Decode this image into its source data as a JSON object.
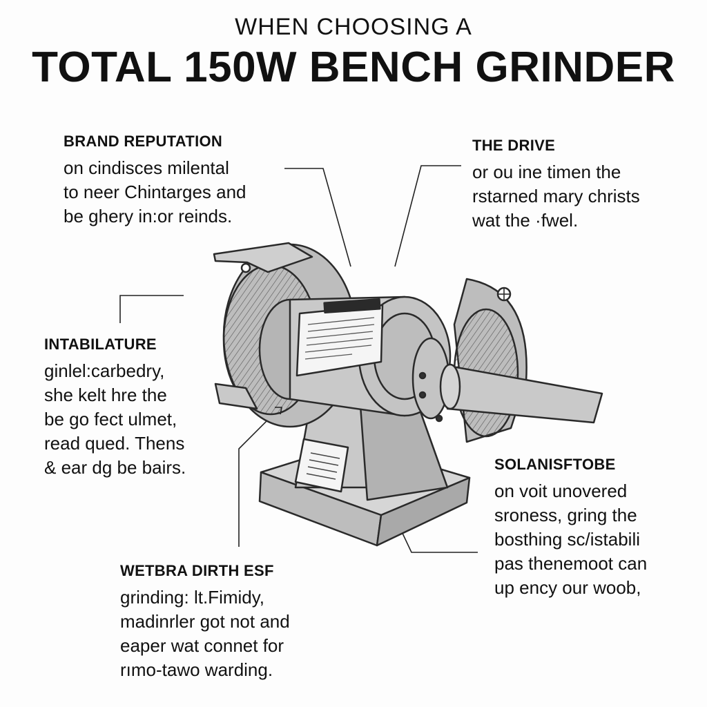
{
  "title": {
    "line1": "WHEN CHOOSING A",
    "line2": "TOTAL 150W BENCH GRINDER"
  },
  "callouts": {
    "brand": {
      "heading": "BRAND REPUTATION",
      "lines": [
        "on cindisces milental",
        "to neer Chintarges and",
        "be ghery in:or reinds."
      ]
    },
    "drive": {
      "heading": "THE DRIVE",
      "lines": [
        "or ou ine timen the",
        "rstarned mary christs",
        "wat the ·fwel."
      ]
    },
    "intab": {
      "heading": "INTABILATURE",
      "lines": [
        "ginlel:carbedry,",
        "she kelt hre the",
        "be go fect ulmet,",
        "read qued. Thens",
        "& ear dg be bairs."
      ]
    },
    "solan": {
      "heading": "SOLANISFTOBE",
      "lines": [
        "on voit unovered",
        "sroness, gring the",
        "bosthing sc/istabili",
        "pas thenemoot can",
        "up ency our woob,"
      ]
    },
    "wetbra": {
      "heading": "WETBRA DIRTH ESF",
      "lines": [
        "grinding: lt.Fimidy,",
        "madinrler got not and",
        "eaper wat connet for",
        "rımo-tawo warding."
      ]
    }
  },
  "colors": {
    "body_fill": "#c9c9c9",
    "shade_fill": "#a9a9a9",
    "outline": "#2a2a2a",
    "background": "#fdfdfd"
  }
}
